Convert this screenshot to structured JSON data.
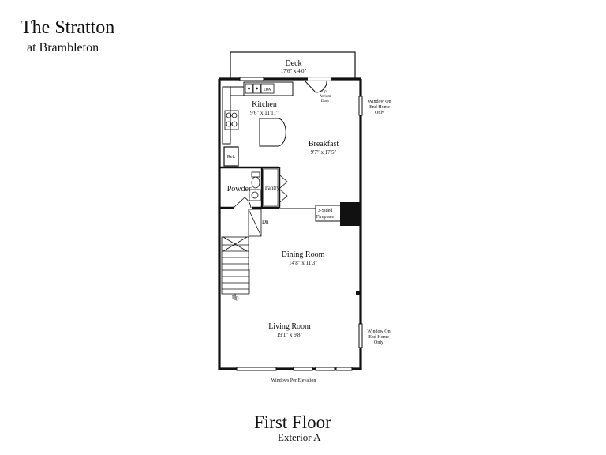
{
  "header": {
    "title": "The Stratton",
    "subtitle": "at Brambleton"
  },
  "footer": {
    "floor": "First Floor",
    "exterior": "Exterior A"
  },
  "rooms": {
    "deck": {
      "name": "Deck",
      "dims": "17'6\" x 4'0\""
    },
    "kitchen": {
      "name": "Kitchen",
      "dims": "9'6\" x 11'11\""
    },
    "breakfast": {
      "name": "Breakfast",
      "dims": "9'7\" x 17'5\""
    },
    "dining": {
      "name": "Dining Room",
      "dims": "14'8\" x 11'3\""
    },
    "living": {
      "name": "Living Room",
      "dims": "19'1\" x 9'8\""
    },
    "powder": {
      "name": "Powder"
    },
    "pantry": {
      "name": "Pantry"
    }
  },
  "labels": {
    "dw": "DW",
    "ref": "Ref.",
    "atrium_l1": "Opt.",
    "atrium_l2": "Atrium",
    "atrium_l3": "Door",
    "fireplace_l1": "3-Sided",
    "fireplace_l2": "Fireplace",
    "down": "Dn",
    "up": "Up",
    "window_top_l1": "Window On",
    "window_top_l2": "End Home",
    "window_top_l3": "Only",
    "window_bottom_l1": "Window On",
    "window_bottom_l2": "End Home",
    "window_bottom_l3": "Only",
    "windows_elevation": "Windows Per Elevation"
  }
}
